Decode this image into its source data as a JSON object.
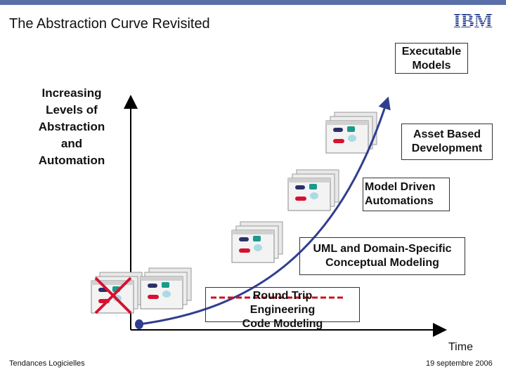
{
  "header": {
    "title": "The Abstraction Curve Revisited",
    "logo_text": "IBM",
    "bar_color": "#5a6fa8"
  },
  "diagram": {
    "y_axis_label": "Increasing Levels of Abstraction and Automation",
    "x_axis_label": "Time",
    "curve_color": "#2f3f8f",
    "stages": [
      {
        "label_line1": "Round Trip",
        "label_line2": "Engineering",
        "label_line3": "Code Modeling"
      },
      {
        "label_line1": "UML and Domain-Specific",
        "label_line2": "Conceptual Modeling"
      },
      {
        "label_line1": "Model Driven",
        "label_line2": "Automations"
      },
      {
        "label_line1": "Asset Based",
        "label_line2": "Development"
      },
      {
        "label_line1": "Executable",
        "label_line2": "Models"
      }
    ],
    "crossed_out_icon": "crossed-out-model-icon",
    "strikethrough_color": "#cc1122"
  },
  "footer": {
    "left": "Tendances Logicielles",
    "right": "19 septembre 2006"
  }
}
